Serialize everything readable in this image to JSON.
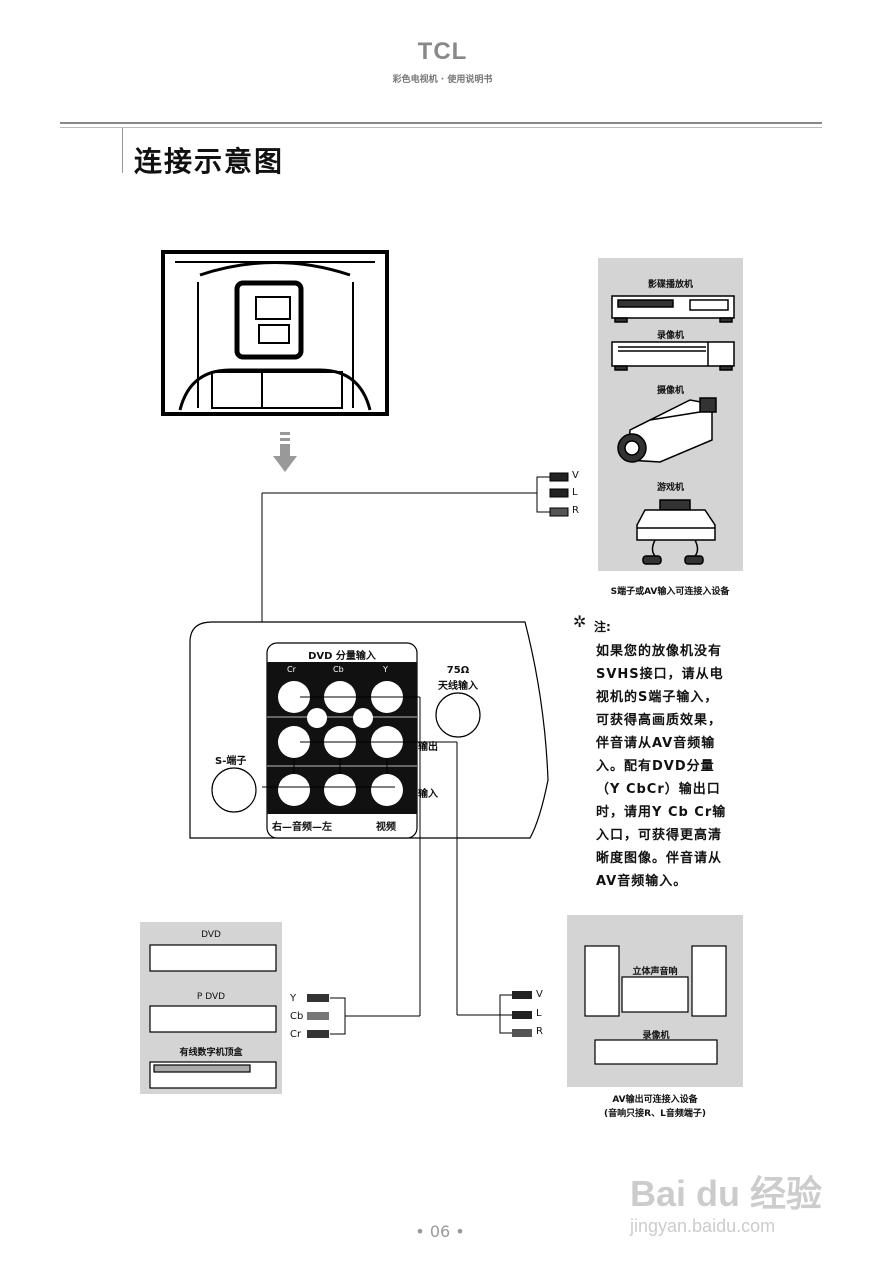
{
  "header": {
    "brand": "TCL",
    "subtitle": "彩色电视机 · 使用说明书"
  },
  "page_title": "连接示意图",
  "devices_top_right": {
    "items": [
      "影碟播放机",
      "录像机",
      "摄像机",
      "游戏机"
    ],
    "caption": "S端子或AV输入可连接入设备"
  },
  "plugs_top": [
    "V",
    "L",
    "R"
  ],
  "note": {
    "label": "注:",
    "lines": [
      "如果您的放像机没有",
      "SVHS接口，请从电",
      "视机的S端子输入，",
      "可获得高画质效果，",
      "伴音请从AV音频输",
      "入。配有DVD分量",
      "（Y CbCr）输出口",
      "时，请用Y Cb Cr输",
      "入口，可获得更高清",
      "晰度图像。伴音请从",
      "AV音频输入。"
    ]
  },
  "tv_panel": {
    "dvd_header": "DVD 分量输入",
    "component_labels": [
      "Cr",
      "Cb",
      "Y"
    ],
    "output_label": "输出",
    "input_label": "输入",
    "audio_label": "右—音频—左",
    "video_label": "视频",
    "antenna_label_1": "75Ω",
    "antenna_label_2": "天线输入",
    "s_terminal_label": "S-端子"
  },
  "devices_bottom_left": {
    "items": [
      "DVD",
      "P DVD",
      "有线数字机顶盒"
    ]
  },
  "plugs_bottom_left": [
    "Y",
    "Cb",
    "Cr"
  ],
  "devices_bottom_right": {
    "items": [
      "立体声音响",
      "录像机"
    ],
    "caption_1": "AV输出可连接入设备",
    "caption_2": "(音响只接R、L音频端子)"
  },
  "plugs_bottom_right": [
    "V",
    "L",
    "R"
  ],
  "footer": {
    "page_number": "06"
  },
  "watermark": {
    "brand": "Bai du 经验",
    "url": "jingyan.baidu.com"
  }
}
